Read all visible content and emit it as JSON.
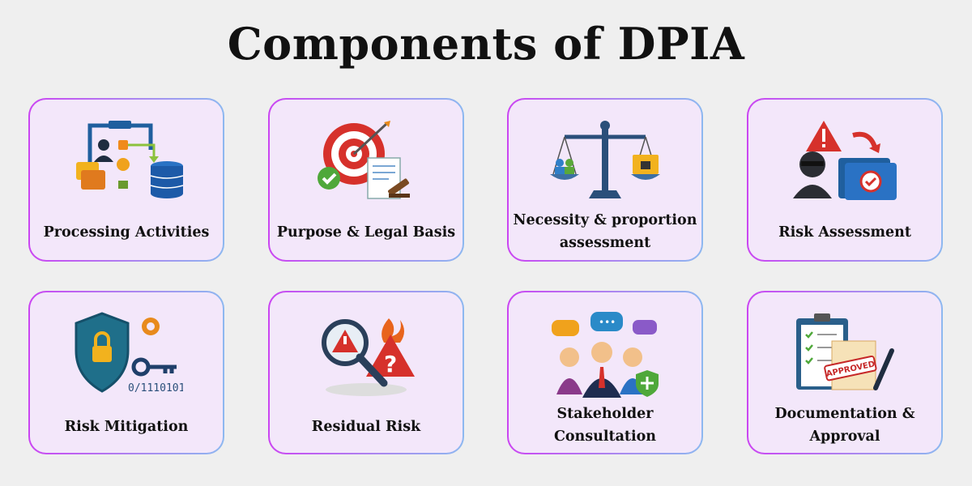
{
  "title": "Components of DPIA",
  "cards": [
    {
      "label": "Processing Activities",
      "icon": "data-flow-icon"
    },
    {
      "label": "Purpose & Legal Basis",
      "icon": "target-gavel-icon"
    },
    {
      "label_lines": [
        "Necessity & proportion",
        "assessment"
      ],
      "icon": "scales-icon"
    },
    {
      "label": "Risk Assessment",
      "icon": "hacker-warning-icon"
    },
    {
      "label": "Risk Mitigation",
      "icon": "shield-lock-icon",
      "icon_text": "0/1110101"
    },
    {
      "label": "Residual Risk",
      "icon": "magnifier-warning-icon"
    },
    {
      "label_lines": [
        "Stakeholder",
        "Consultation"
      ],
      "icon": "people-chat-icon"
    },
    {
      "label_lines": [
        "Documentation &",
        "Approval"
      ],
      "icon": "clipboard-approved-icon",
      "icon_text": "APPROVED"
    }
  ]
}
